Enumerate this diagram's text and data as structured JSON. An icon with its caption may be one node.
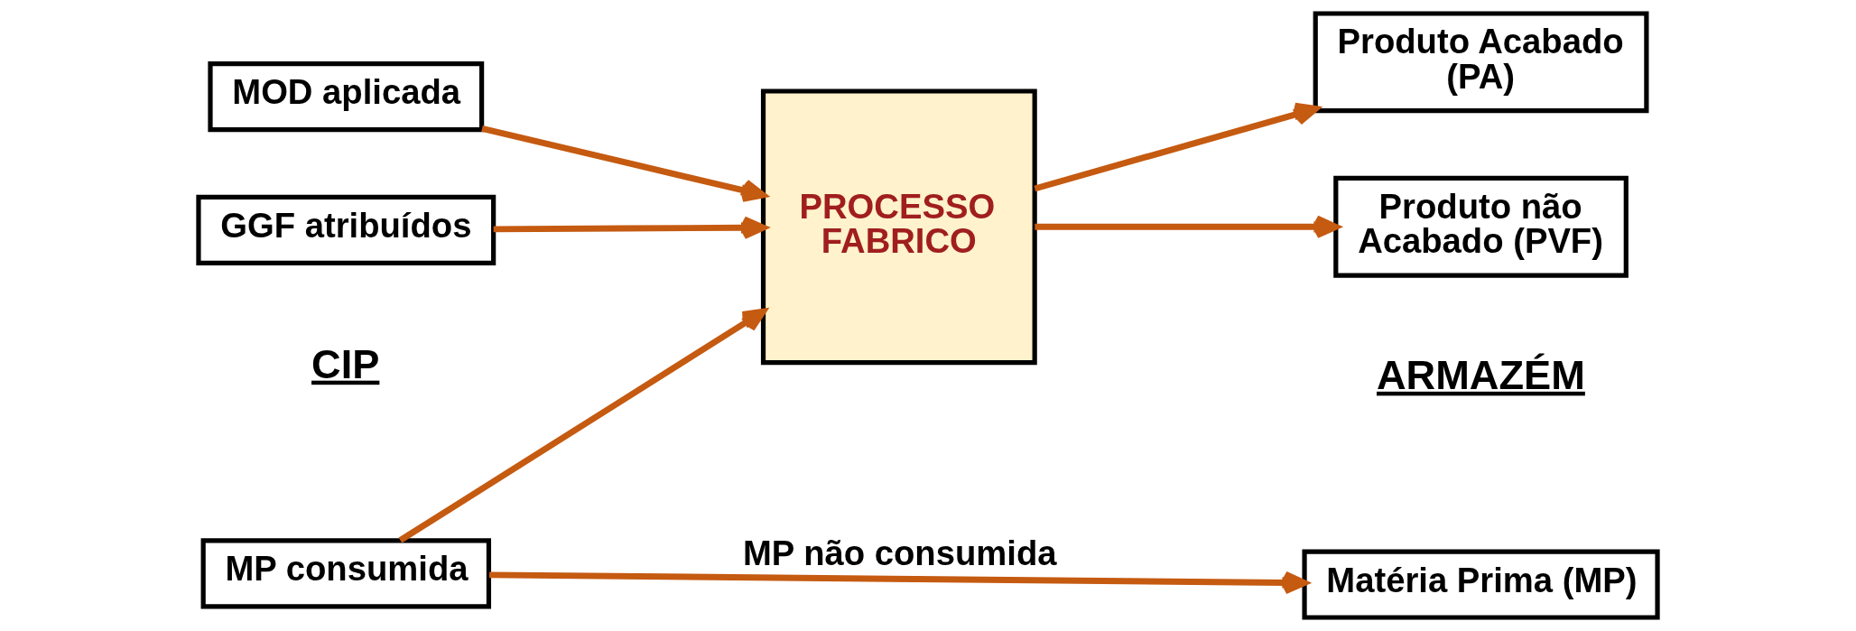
{
  "diagram": {
    "nodes": [
      {
        "text": [
          "MP consumida"
        ]
      },
      {
        "text": [
          "MOD aplicada"
        ]
      },
      {
        "text": [
          "GGF atribuídos"
        ]
      },
      {
        "text": [
          "PROCESSO FABRICO"
        ]
      },
      {
        "text": [
          "Matéria Prima (MP)"
        ]
      },
      {
        "text": [
          "Produto não Acabado (PVF)"
        ]
      },
      {
        "text": [
          "Produto Acabado (PA)"
        ]
      }
    ],
    "edges": [
      {
        "from": 0,
        "to": 4,
        "arrow": "to",
        "label": "MP não consumida"
      },
      {
        "from": 0,
        "to": 3,
        "arrow": "to"
      },
      {
        "from": 1,
        "to": 3,
        "arrow": "to"
      },
      {
        "from": 2,
        "to": 3,
        "arrow": "to"
      },
      {
        "from": 3,
        "to": 5,
        "arrow": "to"
      },
      {
        "from": 3,
        "to": 6,
        "arrow": "to"
      }
    ],
    "labels": [
      "CIP",
      "ARMAZÉM"
    ]
  }
}
